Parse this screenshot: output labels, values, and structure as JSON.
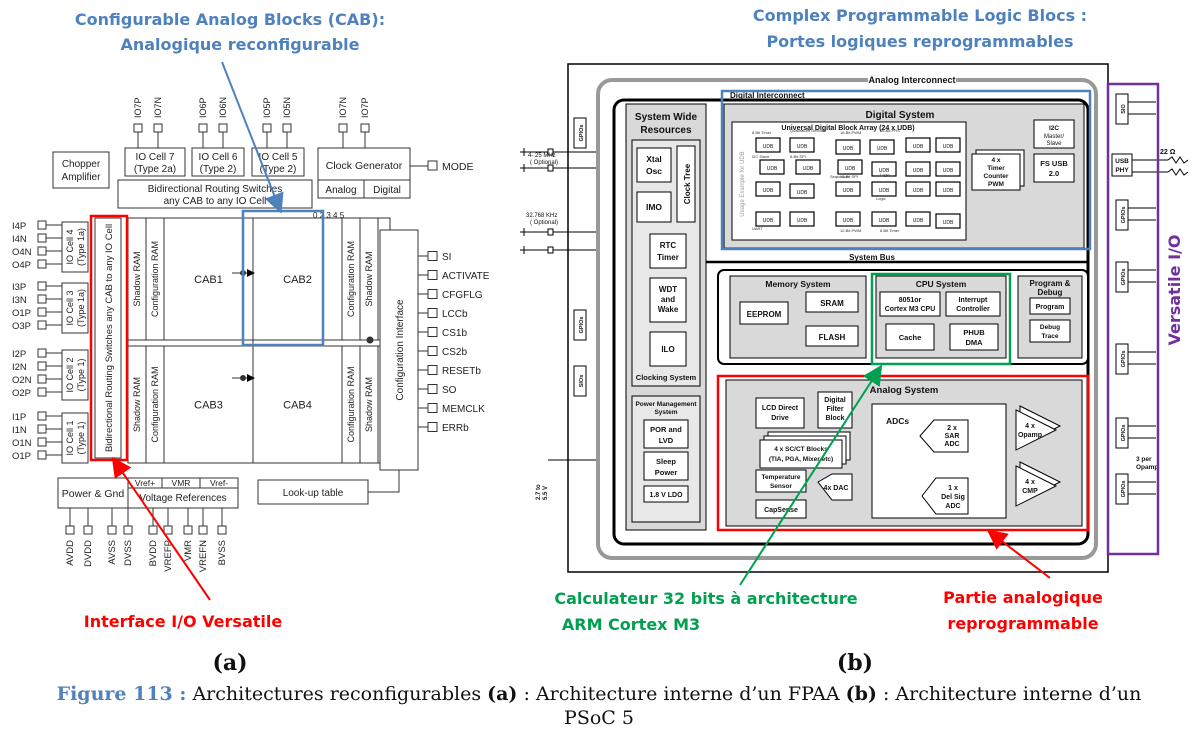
{
  "annotations": {
    "cab_title_1": "Configurable Analog Blocks (CAB):",
    "cab_title_2": "Analogique reconfigurable",
    "cpld_title_1": "Complex Programmable Logic Blocs :",
    "cpld_title_2": "Portes logiques reprogrammables",
    "io_versatile": "Interface I/O Versatile",
    "versatile_io": "Versatile I/O",
    "cpu_1": "Calculateur 32 bits à architecture",
    "cpu_2": "ARM Cortex M3",
    "analog_1": "Partie analogique",
    "analog_2": "reprogrammable",
    "label_a": "(a)",
    "label_b": "(b)"
  },
  "caption": {
    "figure": "Figure 113 :",
    "text_1": " Architectures reconfigurables ",
    "a": "(a)",
    "text_2": " : Architecture interne d’un FPAA ",
    "b": "(b)",
    "text_3": " : Architecture interne d’un",
    "line2": "PSoC 5"
  },
  "fpaa": {
    "top_pins": [
      "IO7P",
      "IO7N",
      "IO6P",
      "IO6N",
      "IO5P",
      "IO5N",
      "IO7N",
      "IO7P"
    ],
    "chopper": [
      "Chopper",
      "Amplifier"
    ],
    "io_cells_top": [
      [
        "IO Cell 7",
        "(Type 2a)"
      ],
      [
        "IO Cell 6",
        "(Type 2)"
      ],
      [
        "IO Cell 5",
        "(Type 2)"
      ]
    ],
    "clock_gen": "Clock Generator",
    "mode": "MODE",
    "analog": "Analog",
    "digital": "Digital",
    "brs_1": "Bidirectional Routing Switches",
    "brs_2": "any CAB to any IO Cell",
    "bus_numbers": "0 2 3 4 5",
    "left_io_cells": [
      [
        "IO Cell 4",
        "(Type 1a)"
      ],
      [
        "IO Cell 3",
        "(Type 1a)"
      ],
      [
        "IO Cell 2",
        "(Type 1)"
      ],
      [
        "IO Cell 1",
        "(Type 1)"
      ]
    ],
    "left_pins": [
      [
        "I4P",
        "I4N",
        "O4N",
        "O4P"
      ],
      [
        "I3P",
        "I3N",
        "O1P",
        "O3P"
      ],
      [
        "I2P",
        "I2N",
        "O2N",
        "O2P"
      ],
      [
        "I1P",
        "I1N",
        "O1N",
        "O1P"
      ]
    ],
    "vertical_brs": "Bidirectional Routing Switches any CAB to any IO Cell",
    "shadow_ram": "Shadow RAM",
    "config_ram": "Configuration RAM",
    "cabs": [
      "CAB1",
      "CAB2",
      "CAB3",
      "CAB4"
    ],
    "config_interface": "Configuration Interface",
    "right_pins": [
      "SI",
      "ACTIVATE",
      "CFGFLG",
      "LCCb",
      "CS1b",
      "CS2b",
      "RESETb",
      "SO",
      "MEMCLK",
      "ERRb"
    ],
    "power_gnd": "Power & Gnd",
    "vref_plus": "Vref+",
    "vmr": "VMR",
    "vref_minus": "Vref-",
    "voltage_refs": "Voltage References",
    "lookup_table": "Look-up table",
    "bottom_pins": [
      "AVDD",
      "DVDD",
      "AVSS",
      "DVSS",
      "BVDD",
      "VREFP",
      "VMR",
      "VREFN",
      "BVSS"
    ]
  },
  "psoc": {
    "analog_interconnect": "Analog Interconnect",
    "digital_interconnect": "Digital Interconnect",
    "digital_system": "Digital System",
    "udb_array": "Universal Digital Block Array (24 x UDB)",
    "udb": "UDB",
    "usage_example": "Usage Example for UDB",
    "small_labels": [
      "Quadrature Decoder",
      "16-Bit PWM",
      "8-Bit Timer",
      "I2C Slave",
      "8-Bit SPI",
      "12-Bit SPI",
      "Sequencer",
      "Logic",
      "UART",
      "12-Bit PWM",
      "16-Bit PRS",
      "8-Bit Timer",
      "Logic"
    ],
    "i2c": [
      "I2C",
      "Master/",
      "Slave"
    ],
    "timer": [
      "4 x",
      "Timer",
      "Counter",
      "PWM"
    ],
    "fs_usb": [
      "FS USB",
      "2.0"
    ],
    "system_wide": [
      "System Wide",
      "Resources"
    ],
    "xtal": [
      "Xtal",
      "Osc"
    ],
    "imo": "IMO",
    "clock_tree": "Clock Tree",
    "rtc": [
      "RTC",
      "Timer"
    ],
    "wdt": [
      "WDT",
      "and",
      "Wake"
    ],
    "ilo": "ILO",
    "clocking_system": "Clocking System",
    "freq1": [
      "4- 25 MHz",
      "( Optional)"
    ],
    "freq2": [
      "32.768 KHz",
      "( Optional)"
    ],
    "gpios": "GPIOs",
    "sios": "SIOs",
    "sio": "SIO",
    "usb_phy": [
      "USB",
      "PHY"
    ],
    "r22": "22 Ω",
    "three_per": [
      "3 per",
      "Opamp"
    ],
    "system_bus": "System Bus",
    "memory_system": "Memory System",
    "sram": "SRAM",
    "eeprom": "EEPROM",
    "flash": "FLASH",
    "cpu_system": "CPU System",
    "cpu": [
      "8051or",
      "Cortex M3 CPU"
    ],
    "interrupt": [
      "Interrupt",
      "Controller"
    ],
    "cache": "Cache",
    "phub": [
      "PHUB",
      "DMA"
    ],
    "program_debug": [
      "Program &",
      "Debug"
    ],
    "program": "Program",
    "debug_trace": [
      "Debug",
      "Trace"
    ],
    "power_mgmt": [
      "Power Management",
      "System"
    ],
    "por": [
      "POR and",
      "LVD"
    ],
    "sleep": [
      "Sleep",
      "Power"
    ],
    "ldo": "1.8 V LDO",
    "voltage": [
      "2.7 to",
      "5.5 V"
    ],
    "analog_system": "Analog System",
    "lcd": [
      "LCD Direct",
      "Drive"
    ],
    "digital_filter": [
      "Digital",
      "Filter",
      "Block"
    ],
    "sc_ct": [
      "4 x SC/CT Blocks",
      "(TIA, PGA, Mixer etc)"
    ],
    "temp": [
      "Temperature",
      "Sensor"
    ],
    "dac": "4x DAC",
    "capsense": "CapSense",
    "adcs": "ADCs",
    "sar": [
      "2 x",
      "SAR",
      "ADC"
    ],
    "delsig": [
      "1 x",
      "Del Sig",
      "ADC"
    ],
    "opamp": [
      "4 x",
      "Opamp"
    ],
    "cmp": [
      "4 x",
      "CMP"
    ]
  },
  "colors": {
    "blue": "#4f81bd",
    "red": "#ff0000",
    "green": "#00a050",
    "purple": "#7030a0",
    "gray": "#a6a6a6"
  }
}
